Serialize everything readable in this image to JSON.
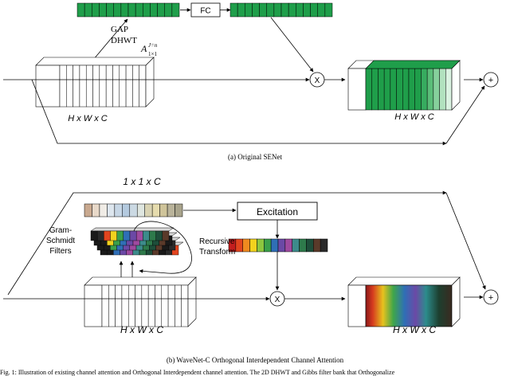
{
  "top": {
    "fc_label": "FC",
    "gap_label": "GAP",
    "dhwt_label": "DHWT",
    "a_symbol": "A",
    "a_superscript": "J=n",
    "a_subscript": "1×1",
    "multiply_label": "X",
    "add_label": "+",
    "input_dims": "H x W x C",
    "output_dims": "H x W x C",
    "caption": "(a) Original SENet",
    "colors": {
      "green": "#1f9e4a",
      "green_light": "#6ccf8c"
    }
  },
  "bottom": {
    "vector_dims": "1 x 1 x C",
    "excitation_label": "Excitation",
    "filters_label_line1": "Gram-",
    "filters_label_line2": "Schmidt",
    "filters_label_line3": "Filters",
    "recursive_label_line1": "Recursive",
    "recursive_label_line2": "Transform",
    "multiply_label": "X",
    "add_label": "+",
    "input_dims": "H x W x C",
    "output_dims": "H x W x C",
    "caption": "(b) WaveNet-C Orthogonal Interdependent Channel Attention"
  },
  "figure_caption": "Fig. 1: Illustration of existing channel attention and Orthogonal Interdependent channel attention. The 2D DHWT and Gibbs filter bank that Orthogonalize"
}
